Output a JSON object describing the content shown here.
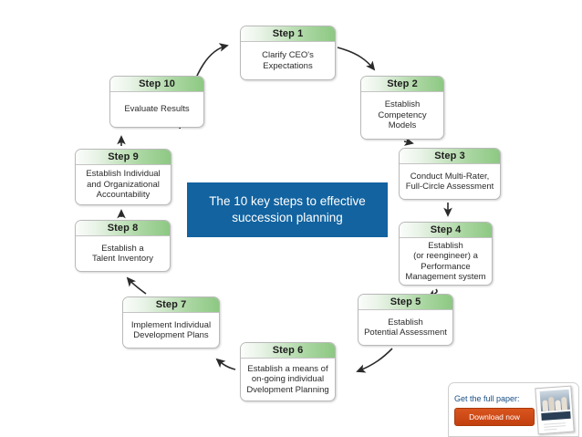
{
  "diagram": {
    "title": "The 10 key steps to effective succession planning",
    "center_banner": {
      "line1": "The 10 key steps to effective",
      "line2": "succession planning",
      "background_color": "#1263a0",
      "text_color": "#ffffff"
    },
    "header_accent_color": "#8dc883",
    "steps": [
      {
        "id": "step1",
        "header": "Step 1",
        "lines": [
          "Clarify CEO's",
          "Expectations"
        ]
      },
      {
        "id": "step2",
        "header": "Step 2",
        "lines": [
          "Establish",
          "Competency",
          "Models"
        ]
      },
      {
        "id": "step3",
        "header": "Step 3",
        "lines": [
          "Conduct Multi-Rater,",
          "Full-Circle Assessment"
        ]
      },
      {
        "id": "step4",
        "header": "Step 4",
        "lines": [
          "Establish",
          "(or reengineer) a",
          "Performance",
          "Management system"
        ]
      },
      {
        "id": "step5",
        "header": "Step 5",
        "lines": [
          "Establish",
          "Potential Assessment"
        ]
      },
      {
        "id": "step6",
        "header": "Step 6",
        "lines": [
          "Establish a means of",
          "on-going individual",
          "Dvelopment Planning"
        ]
      },
      {
        "id": "step7",
        "header": "Step 7",
        "lines": [
          "Implement Individual",
          "Development Plans"
        ]
      },
      {
        "id": "step8",
        "header": "Step 8",
        "lines": [
          "Establish a",
          "Talent Inventory"
        ]
      },
      {
        "id": "step9",
        "header": "Step 9",
        "lines": [
          "Establish Individual",
          "and Organizational",
          "Accountability"
        ]
      },
      {
        "id": "step10",
        "header": "Step 10",
        "lines": [
          "Evaluate Results"
        ]
      }
    ]
  },
  "promo": {
    "label": "Get the full paper:",
    "button_label": "Download now",
    "button_color": "#c2400f",
    "label_color": "#1a4f86",
    "thumbnail_name": "white-paper-cover-thumbnail"
  }
}
